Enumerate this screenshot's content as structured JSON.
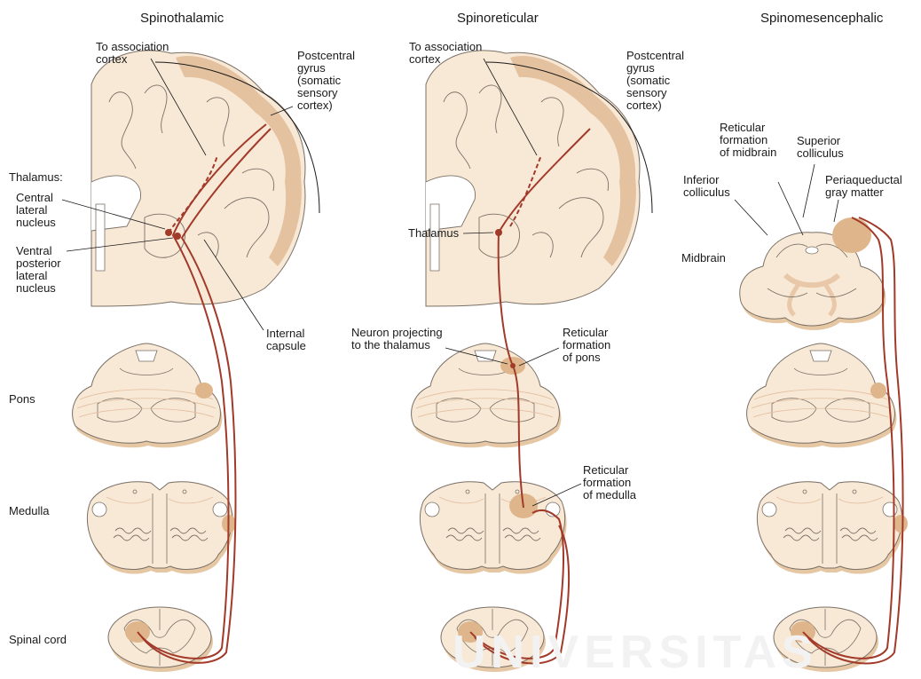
{
  "panels": {
    "spinothalamic": {
      "title": "Spinothalamic",
      "to_association_cortex": "To association\ncortex",
      "postcentral_gyrus": "Postcentral\ngyrus\n(somatic\nsensory\ncortex)",
      "thalamus_heading": "Thalamus:",
      "central_lateral_nucleus": "Central\nlateral\nnucleus",
      "ventral_posterior_lateral_nucleus": "Ventral\nposterior\nlateral\nnucleus",
      "internal_capsule": "Internal\ncapsule"
    },
    "spinoreticular": {
      "title": "Spinoreticular",
      "to_association_cortex": "To association\ncortex",
      "postcentral_gyrus": "Postcentral\ngyrus\n(somatic\nsensory\ncortex)",
      "thalamus": "Thalamus",
      "neuron_projecting": "Neuron projecting\nto the thalamus",
      "reticular_formation_pons": "Reticular\nformation\nof pons",
      "reticular_formation_medulla": "Reticular\nformation\nof medulla"
    },
    "spinomesencephalic": {
      "title": "Spinomesencephalic",
      "reticular_formation_midbrain": "Reticular\nformation\nof midbrain",
      "superior_colliculus": "Superior\ncolliculus",
      "inferior_colliculus": "Inferior\ncolliculus",
      "periaqueductal_gray": "Periaqueductal\ngray matter",
      "midbrain": "Midbrain"
    }
  },
  "levels": {
    "pons": "Pons",
    "medulla": "Medulla",
    "spinal_cord": "Spinal cord"
  },
  "watermark": "UNIVERSITAS",
  "colors": {
    "tissue": "#f8e8d6",
    "tissue_shadow": "#e6c7a4",
    "gray_matter": "#dfb68c",
    "pathway": "#a23a2a",
    "outline": "#7a7066"
  }
}
